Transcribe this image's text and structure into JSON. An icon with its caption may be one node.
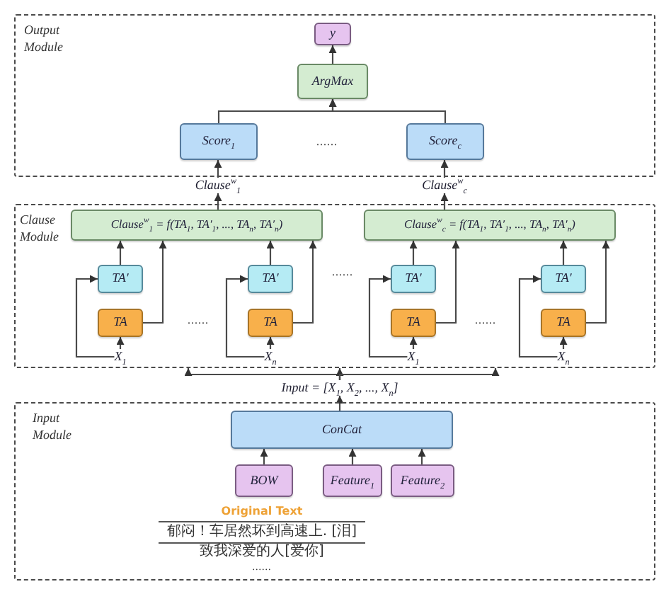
{
  "diagram": {
    "nodes": [
      {
        "text": [
          "Output Module"
        ]
      },
      {
        "text": [
          "y"
        ],
        "in": 0
      },
      {
        "text": [
          "ArgMax"
        ],
        "in": 0
      },
      {
        "text": [
          "Score$_{1}$"
        ],
        "in": 0
      },
      {
        "text": [
          "Score$_{c}$"
        ],
        "in": 0
      },
      {
        "text": [
          "Clause$^{w}$$_{1}$"
        ]
      },
      {
        "text": [
          "Clause$^{w}$$_{c}$"
        ]
      },
      {
        "text": [
          "Clause Module"
        ]
      },
      {
        "text": [
          "Clause$^{w}$$_{1}$ = f(TA$_{1}$, TA′$_{1}$, ..., TA$_{n}$, TA′$_{n}$)"
        ],
        "in": 7
      },
      {
        "text": [
          "Clause$^{w}$$_{c}$ = f(TA$_{1}$, TA′$_{1}$, ..., TA$_{n}$, TA′$_{n}$)"
        ],
        "in": 7
      },
      {
        "text": [
          "TA′"
        ],
        "in": 7
      },
      {
        "text": [
          "TA′"
        ],
        "in": 7
      },
      {
        "text": [
          "TA′"
        ],
        "in": 7
      },
      {
        "text": [
          "TA′"
        ],
        "in": 7
      },
      {
        "text": [
          "TA"
        ],
        "in": 7
      },
      {
        "text": [
          "TA"
        ],
        "in": 7
      },
      {
        "text": [
          "TA"
        ],
        "in": 7
      },
      {
        "text": [
          "TA"
        ],
        "in": 7
      },
      {
        "text": [
          "X$_{1}$"
        ],
        "in": 7
      },
      {
        "text": [
          "X$_{n}$"
        ],
        "in": 7
      },
      {
        "text": [
          "X$_{1}$"
        ],
        "in": 7
      },
      {
        "text": [
          "X$_{n}$"
        ],
        "in": 7
      },
      {
        "text": [
          "Input = [X$_{1}$, X$_{2}$, ..., X$_{n}$]"
        ]
      },
      {
        "text": [
          "Input Module"
        ]
      },
      {
        "text": [
          "ConCat"
        ],
        "in": 23
      },
      {
        "text": [
          "BOW"
        ],
        "in": 23
      },
      {
        "text": [
          "Feature$_{1}$"
        ],
        "in": 23
      },
      {
        "text": [
          "Feature$_{2}$"
        ],
        "in": 23
      }
    ],
    "edges": [
      {
        "from": 2,
        "to": 1,
        "arrow": "to"
      },
      {
        "from": 3,
        "to": 2,
        "arrow": "to"
      },
      {
        "from": 4,
        "to": 2,
        "arrow": "to"
      },
      {
        "from": 5,
        "to": 3,
        "arrow": "to"
      },
      {
        "from": 6,
        "to": 4,
        "arrow": "to"
      },
      {
        "from": 8,
        "to": 5,
        "arrow": "to"
      },
      {
        "from": 9,
        "to": 6,
        "arrow": "to"
      },
      {
        "from": 18,
        "to": 14,
        "arrow": "to"
      },
      {
        "from": 18,
        "to": 10,
        "arrow": "to"
      },
      {
        "from": 10,
        "to": 8,
        "arrow": "to"
      },
      {
        "from": 14,
        "to": 8,
        "arrow": "to"
      },
      {
        "from": 19,
        "to": 15,
        "arrow": "to"
      },
      {
        "from": 19,
        "to": 11,
        "arrow": "to"
      },
      {
        "from": 11,
        "to": 8,
        "arrow": "to"
      },
      {
        "from": 15,
        "to": 8,
        "arrow": "to"
      },
      {
        "from": 20,
        "to": 16,
        "arrow": "to"
      },
      {
        "from": 20,
        "to": 12,
        "arrow": "to"
      },
      {
        "from": 12,
        "to": 9,
        "arrow": "to"
      },
      {
        "from": 16,
        "to": 9,
        "arrow": "to"
      },
      {
        "from": 21,
        "to": 17,
        "arrow": "to"
      },
      {
        "from": 21,
        "to": 13,
        "arrow": "to"
      },
      {
        "from": 13,
        "to": 9,
        "arrow": "to"
      },
      {
        "from": 17,
        "to": 9,
        "arrow": "to"
      },
      {
        "from": 22,
        "to": 7,
        "arrow": "to"
      },
      {
        "from": 22,
        "to": 7,
        "arrow": "to"
      },
      {
        "from": 22,
        "to": 7,
        "arrow": "to"
      },
      {
        "from": 24,
        "to": 22,
        "arrow": "to"
      },
      {
        "from": 25,
        "to": 24,
        "arrow": "to"
      },
      {
        "from": 26,
        "to": 24,
        "arrow": "to"
      },
      {
        "from": 27,
        "to": 24,
        "arrow": "to"
      }
    ],
    "labels": [
      "......",
      "......",
      "......",
      "......",
      "Original Text",
      "郁闷！车居然坏到高速上. [泪]",
      "致我深爱的人[爱你]",
      "......"
    ]
  }
}
